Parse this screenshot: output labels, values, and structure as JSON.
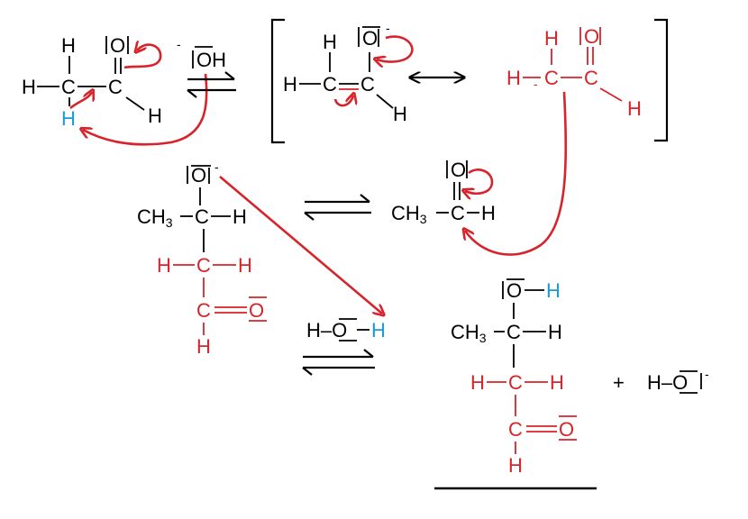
{
  "colors": {
    "black": "#000000",
    "red": "#d8232a",
    "blue": "#1a9ad6"
  },
  "atoms": {
    "H": "H",
    "C": "C",
    "O": "O",
    "minus": "-",
    "CH3": "CH",
    "sub3": "3"
  },
  "labels": {
    "OH": "OH",
    "H_O": "H–",
    "plus": "+"
  },
  "arrows": {
    "resonance": "resonance double-headed arrow",
    "equilibrium": "equilibrium half-arrows"
  }
}
